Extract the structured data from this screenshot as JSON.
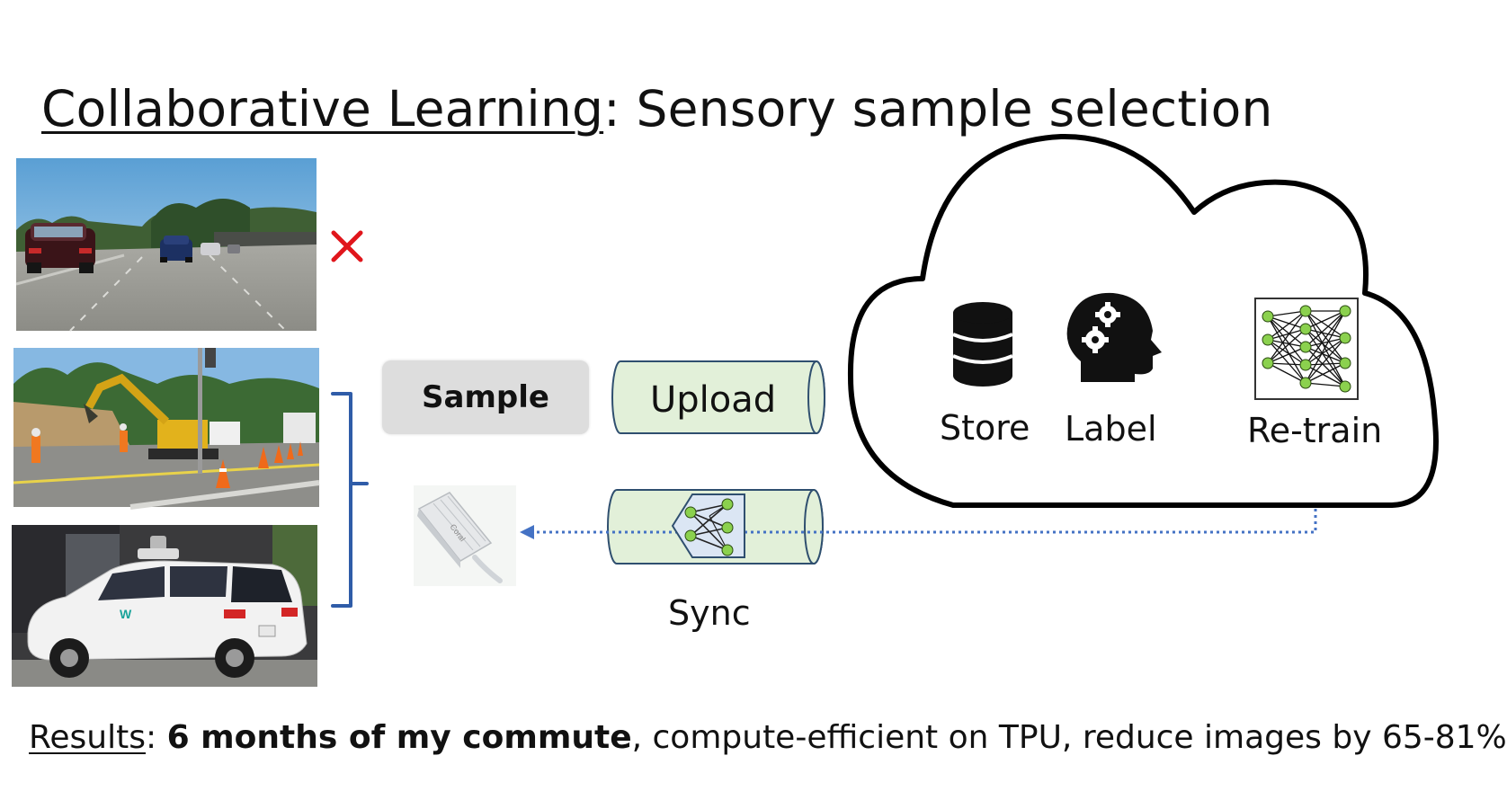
{
  "title": {
    "underlined": "Collaborative Learning",
    "rest": ": Sensory sample selection"
  },
  "sample": {
    "label": "Sample"
  },
  "upload": {
    "label": "Upload"
  },
  "sync": {
    "label": "Sync"
  },
  "cloud": {
    "store_label": "Store",
    "label_label": "Label",
    "retrain_label": "Re-train"
  },
  "device": {
    "brand_text": "Coral"
  },
  "results": {
    "prefix": "Results",
    "colon": ": ",
    "bold": "6 months of my commute",
    "rest": ", compute-efficient on TPU, reduce images by 65-81%"
  },
  "colors": {
    "pipe_fill": "#e2f0d9",
    "pipe_stroke": "#2f4f6f",
    "bracket": "#2f5ca8",
    "arrow": "#4472c4",
    "cross": "#e0161c",
    "node": "#8bd14e"
  },
  "icons": [
    "database-icon",
    "head-gears-icon",
    "neural-network-icon",
    "red-cross-icon",
    "tpu-device-icon"
  ]
}
